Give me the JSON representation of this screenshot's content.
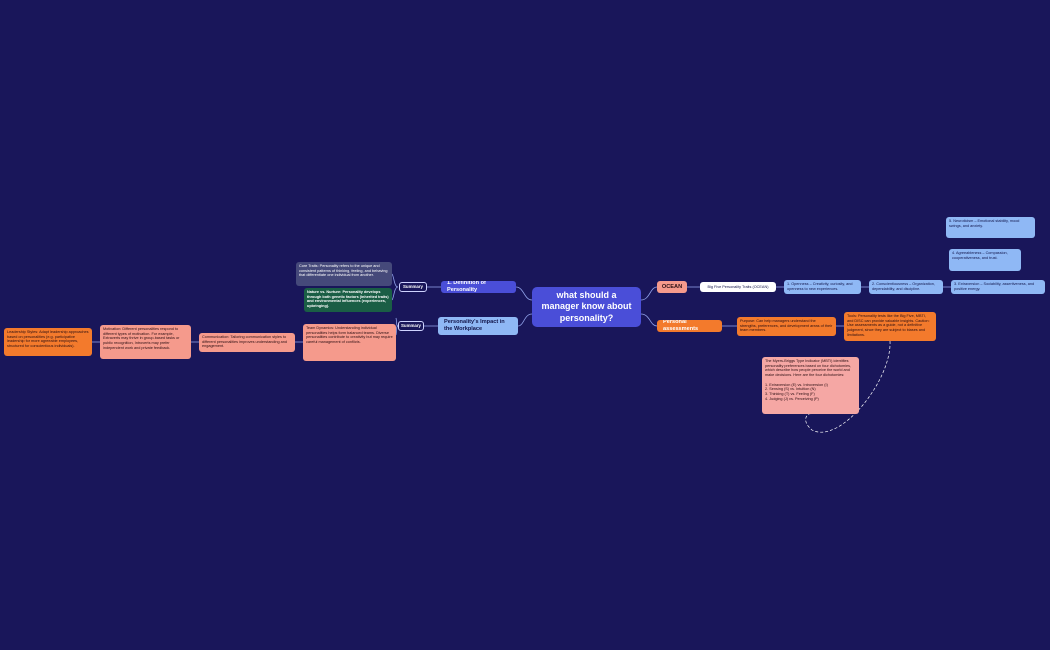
{
  "colors": {
    "background": "#19165a",
    "central": "#4a4ed8",
    "connector": "#8fa0e8"
  },
  "mindmap": {
    "central": "what should a manager know about personality?",
    "definition": {
      "label": "1. Definition of Personality",
      "summary": "Summary",
      "core_traits": "Core Traits: Personality refers to the unique and consistent patterns of thinking, feeling, and behaving that differentiate one individual from another.",
      "nature_nurture": "Nature vs. Nurture: Personality develops through both genetic factors (inherited traits) and environmental influences (experiences, upbringing)."
    },
    "workplace": {
      "label": "Personality's Impact in the Workplace",
      "summary": "Summary",
      "team_dynamics": "Team Dynamics: Understanding individual personalities helps form balanced teams. Diverse personalities contribute to creativity but may require careful management of conflicts.",
      "communication": "Communication: Tailoring communication styles to different personalities improves understanding and engagement.",
      "motivation": "Motivation: Different personalities respond to different types of motivation. For example, Extraverts may thrive in group-based tasks or public recognition, Introverts may prefer independent work and private feedback.",
      "leadership": "Leadership Styles: Adapt leadership approaches based on personalities (e.g. participative leadership for more agreeable employees, structured for conscientious individuals)."
    },
    "ocean": {
      "label": "OCEAN",
      "big_five": "Big Five Personality Traits (OCEAN)",
      "openness": "1. Openness – Creativity, curiosity, and openness to new experiences.",
      "conscientiousness": "2. Conscientiousness – Organization, dependability, and discipline.",
      "extraversion": "3. Extraversion – Sociability, assertiveness, and positive energy.",
      "agreeableness": "4. Agreeableness – Compassion, cooperativeness, and trust.",
      "neuroticism": "5. Neuroticism – Emotional stability, mood swings, and anxiety."
    },
    "assessments": {
      "label": "Personal assessments",
      "purpose": "Purpose: Can help managers understand the strengths, preferences, and development areas of their team members.",
      "tools": "Tools: Personality tests like the Big Five, MBTI, and DISC can provide valuable insights. Caution: Use assessments as a guide, not a definitive judgment, since they are subject to biases and limitations.",
      "mbti": "The Myers-Briggs Type Indicator (MBTI) identifies personality preferences based on four dichotomies, which describe how people perceive the world and make decisions. Here are the four dichotomies:\n\n1. Extraversion (E) vs. Introversion (I)\n2. Sensing (S) vs. Intuition (N)\n3. Thinking (T) vs. Feeling (F)\n4. Judging (J) vs. Perceiving (P)"
    }
  }
}
